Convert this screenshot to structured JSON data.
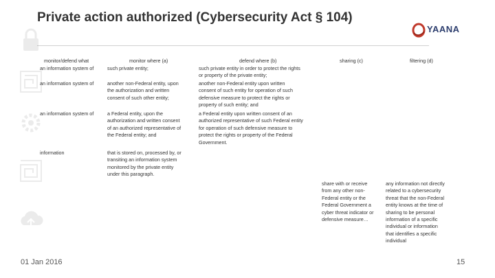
{
  "slide": {
    "title": "Private action authorized (Cybersecurity Act § 104)",
    "date": "01 Jan 2016",
    "page_number": "15"
  },
  "logo": {
    "text": "YAANA",
    "colors": {
      "ring": "#c0392b",
      "text": "#2d3e6e"
    }
  },
  "table": {
    "headers": {
      "monitor_what": "monitor/defend what",
      "monitor_where": "monitor where (a)",
      "defend_where": "defend where (b)",
      "sharing": "sharing (c)",
      "filtering": "filtering (d)"
    },
    "rows": [
      {
        "what": "an information system of",
        "where": "such private entity;",
        "defend": "such private entity in order to protect the rights\nor property of the private entity;"
      },
      {
        "what": "an information system of",
        "where": "another non-Federal entity, upon\nthe authorization and written\nconsent of such other entity;",
        "defend": "another non-Federal entity upon written\nconsent of such entity for operation of such\ndefensive measure to protect the rights or\nproperty of such entity; and"
      },
      {
        "what": "an information system of",
        "where": "a Federal entity, upon the\nauthorization and written consent\nof an authorized representative of\nthe Federal entity; and",
        "defend": "a Federal entity upon written consent of an\nauthorized representative of such Federal entity\nfor operation of such defensive measure to\nprotect the rights or property of the Federal\nGovernment."
      },
      {
        "what": "information",
        "where": "that is stored on, processed by, or\ntransiting an information system\nmonitored by the private entity\nunder this paragraph."
      }
    ],
    "sharing_text": "share with or receive\nfrom any other non-\nFederal entity or the\nFederal Government a\ncyber threat indicator or\ndefensive measure…",
    "filtering_text": "any information not directly\nrelated to a cybersecurity\nthreat that the non-Federal\nentity knows at the time of\nsharing to be personal\ninformation of a specific\nindividual or information\nthat identifies a specific\nindividual"
  }
}
